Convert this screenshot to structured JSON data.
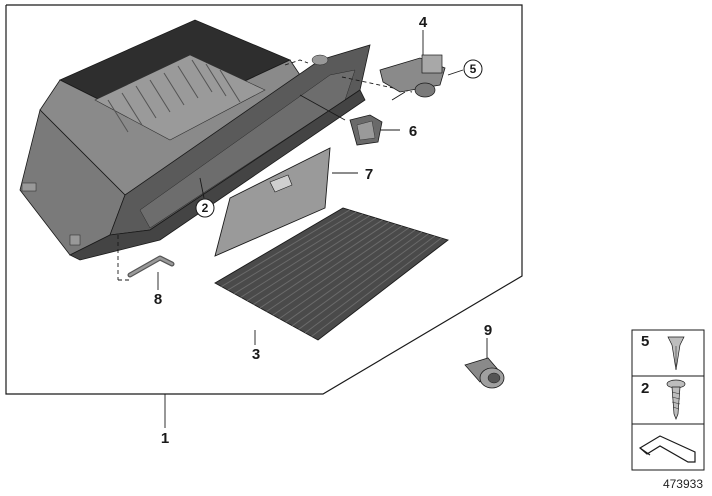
{
  "callouts": {
    "c1": "1",
    "c2": "2",
    "c3": "3",
    "c4": "4",
    "c5": "5",
    "c6": "6",
    "c7": "7",
    "c8": "8",
    "c9": "9"
  },
  "legend": {
    "item_top": "5",
    "item_middle": "2"
  },
  "diagram_id": "473933",
  "colors": {
    "outline": "#1a1a1a",
    "part_dark": "#3a3a3a",
    "part_mid": "#7a7a7a",
    "part_light": "#b8b8b8",
    "mat": "#4a4a4a"
  }
}
